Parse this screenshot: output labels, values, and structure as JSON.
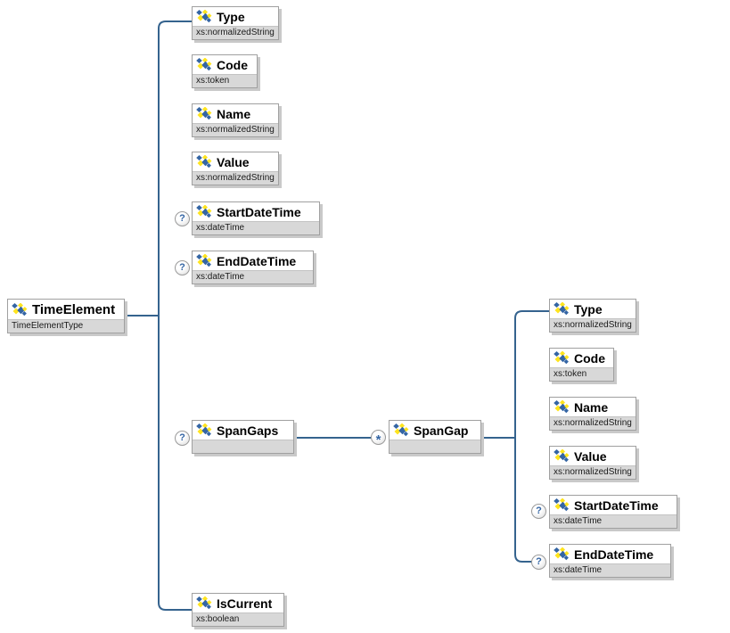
{
  "colors": {
    "connector": "#35638e",
    "box_border": "#a0a0a0",
    "subtitle_bg": "#d8d8d8",
    "shadow": "#c9c9c9",
    "icon_blue": "#3465a4",
    "icon_yellow": "#ffe41e",
    "occurrence_glyph": "#3465a4"
  },
  "indicators": {
    "optional": "?",
    "many": "*"
  },
  "root": {
    "title": "TimeElement",
    "subtitle": "TimeElementType"
  },
  "children": [
    {
      "title": "Type",
      "subtitle": "xs:normalizedString",
      "occurrence": ""
    },
    {
      "title": "Code",
      "subtitle": "xs:token",
      "occurrence": ""
    },
    {
      "title": "Name",
      "subtitle": "xs:normalizedString",
      "occurrence": ""
    },
    {
      "title": "Value",
      "subtitle": "xs:normalizedString",
      "occurrence": ""
    },
    {
      "title": "StartDateTime",
      "subtitle": "xs:dateTime",
      "occurrence": "?"
    },
    {
      "title": "EndDateTime",
      "subtitle": "xs:dateTime",
      "occurrence": "?"
    },
    {
      "title": "SpanGaps",
      "subtitle": "",
      "occurrence": "?"
    },
    {
      "title": "IsCurrent",
      "subtitle": "xs:boolean",
      "occurrence": ""
    }
  ],
  "span_gap": {
    "title": "SpanGap",
    "subtitle": "",
    "occurrence": "*"
  },
  "span_gap_children": [
    {
      "title": "Type",
      "subtitle": "xs:normalizedString",
      "occurrence": ""
    },
    {
      "title": "Code",
      "subtitle": "xs:token",
      "occurrence": ""
    },
    {
      "title": "Name",
      "subtitle": "xs:normalizedString",
      "occurrence": ""
    },
    {
      "title": "Value",
      "subtitle": "xs:normalizedString",
      "occurrence": ""
    },
    {
      "title": "StartDateTime",
      "subtitle": "xs:dateTime",
      "occurrence": "?"
    },
    {
      "title": "EndDateTime",
      "subtitle": "xs:dateTime",
      "occurrence": "?"
    }
  ]
}
